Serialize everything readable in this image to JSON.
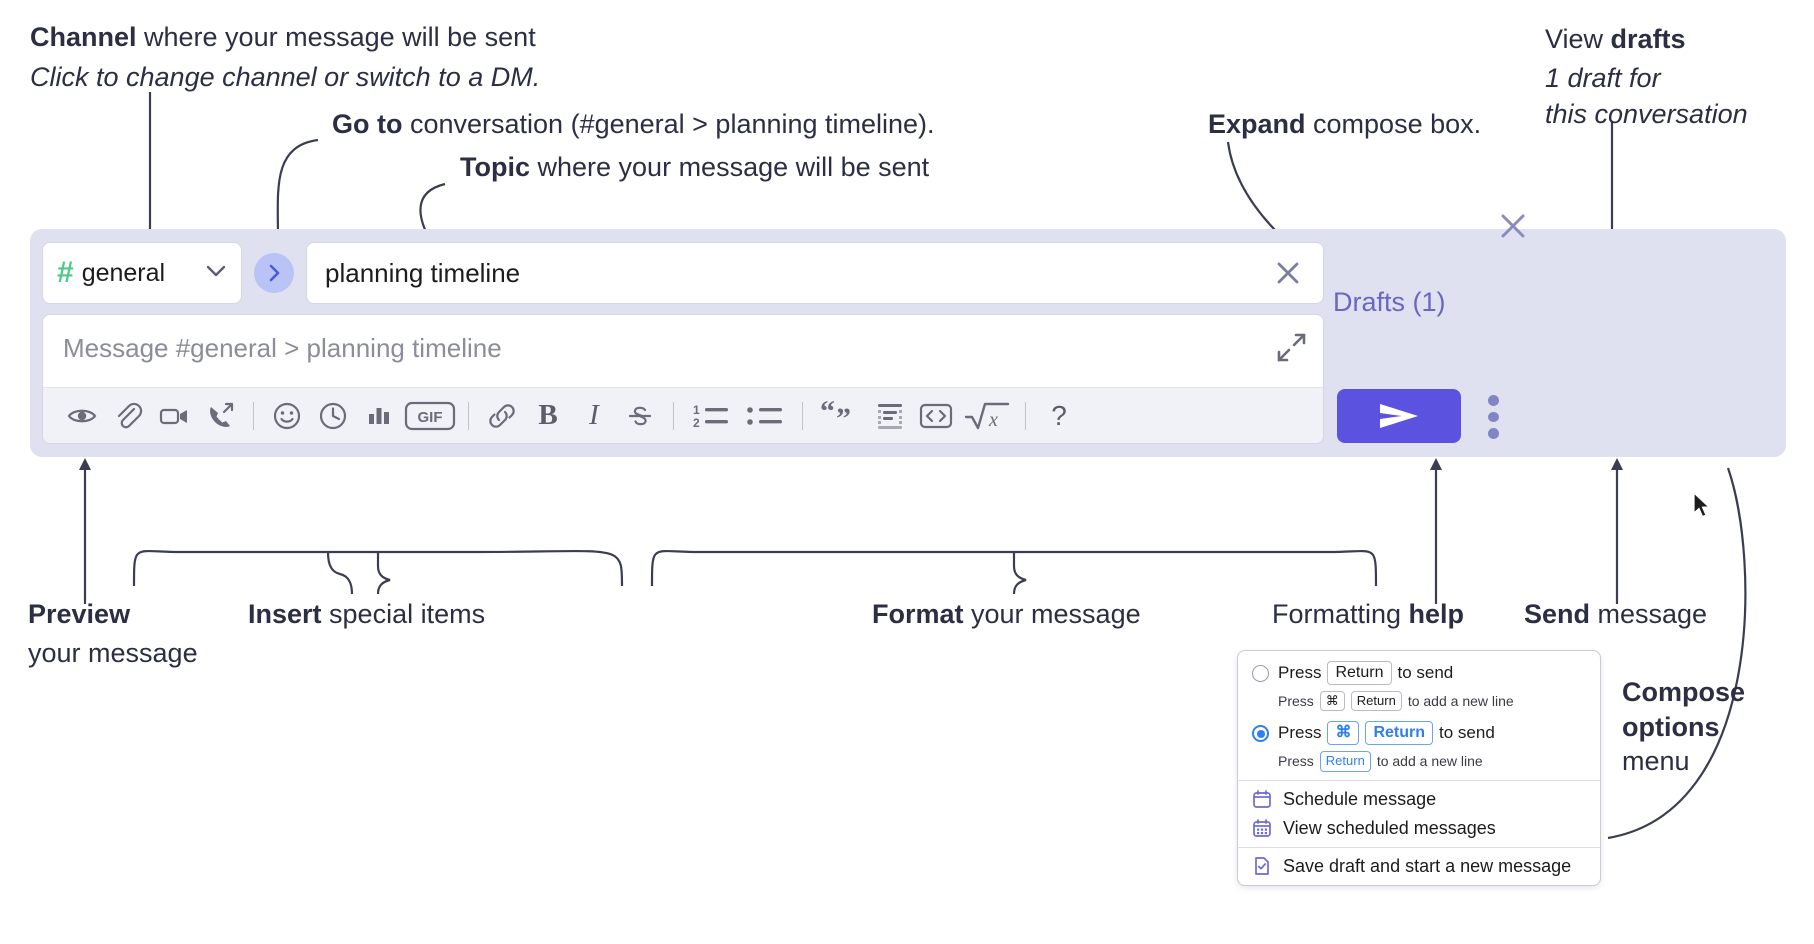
{
  "annotations": {
    "channel": {
      "bold": "Channel",
      "rest": " where your message will be sent",
      "sub": "Click to change channel or switch to a DM."
    },
    "goto": {
      "bold": "Go to",
      "rest": " conversation (#general > planning timeline)."
    },
    "topic": {
      "bold": "Topic",
      "rest": " where your message will be sent"
    },
    "expand": {
      "bold": "Expand",
      "rest": " compose box."
    },
    "drafts": {
      "lead": "View ",
      "bold": "drafts",
      "sub1": "1 draft for",
      "sub2": "this conversation"
    },
    "preview": {
      "bold": "Preview",
      "sub": "your message"
    },
    "insert": {
      "bold": "Insert",
      "rest": " special items"
    },
    "format": {
      "bold": "Format",
      "rest": " your message"
    },
    "help": {
      "lead": "Formatting ",
      "bold": "help"
    },
    "send": {
      "bold": "Send",
      "rest": " message"
    },
    "compose_options": {
      "bold1": "Compose",
      "bold2": "options",
      "rest": "menu"
    }
  },
  "compose": {
    "channel_name": "general",
    "hash_symbol": "#",
    "topic_value": "planning timeline",
    "message_placeholder": "Message #general > planning timeline",
    "drafts_label": "Drafts (1)",
    "help_glyph": "?",
    "gif_label": "GIF",
    "bold_glyph": "B",
    "italic_glyph": "I",
    "toolbar": [
      {
        "name": "preview-icon",
        "tip": "Preview"
      },
      {
        "name": "attachment-icon",
        "tip": "Attach file"
      },
      {
        "name": "video-clip-icon",
        "tip": "Record video clip"
      },
      {
        "name": "audio-clip-icon",
        "tip": "Record audio clip"
      },
      {
        "name": "emoji-icon",
        "tip": "Emoji"
      },
      {
        "name": "clock-icon",
        "tip": "Reminder"
      },
      {
        "name": "poll-icon",
        "tip": "Poll"
      },
      {
        "name": "gif-icon",
        "tip": "GIF"
      },
      {
        "name": "link-icon",
        "tip": "Link"
      },
      {
        "name": "bold-icon",
        "tip": "Bold"
      },
      {
        "name": "italic-icon",
        "tip": "Italic"
      },
      {
        "name": "strikethrough-icon",
        "tip": "Strikethrough"
      },
      {
        "name": "ordered-list-icon",
        "tip": "Ordered list"
      },
      {
        "name": "bulleted-list-icon",
        "tip": "Bulleted list"
      },
      {
        "name": "blockquote-icon",
        "tip": "Blockquote"
      },
      {
        "name": "code-block-icon",
        "tip": "Code block"
      },
      {
        "name": "code-icon",
        "tip": "Code"
      },
      {
        "name": "math-icon",
        "tip": "Math"
      },
      {
        "name": "help-icon",
        "tip": "Formatting help"
      }
    ]
  },
  "popover": {
    "option1": {
      "pre": "Press",
      "key": "Return",
      "post": "to send",
      "sub_pre": "Press",
      "sub_key1": "⌘",
      "sub_key2": "Return",
      "sub_post": "to add a new line",
      "selected": false
    },
    "option2": {
      "pre": "Press",
      "key1": "⌘",
      "key2": "Return",
      "post": "to send",
      "sub_pre": "Press",
      "sub_key": "Return",
      "sub_post": "to add a new line",
      "selected": true
    },
    "items": [
      {
        "label": "Schedule message",
        "icon": "calendar-icon"
      },
      {
        "label": "View scheduled messages",
        "icon": "calendar-grid-icon"
      },
      {
        "label": "Save draft and start a new message",
        "icon": "document-check-icon"
      }
    ]
  },
  "colors": {
    "panel_bg": "#dfe1f0",
    "send_button": "#5b53e0",
    "hash_green": "#4fca86",
    "accent_purple": "#6a66c4",
    "keyboard_blue": "#2f7ff0",
    "text": "#2c2e43"
  }
}
